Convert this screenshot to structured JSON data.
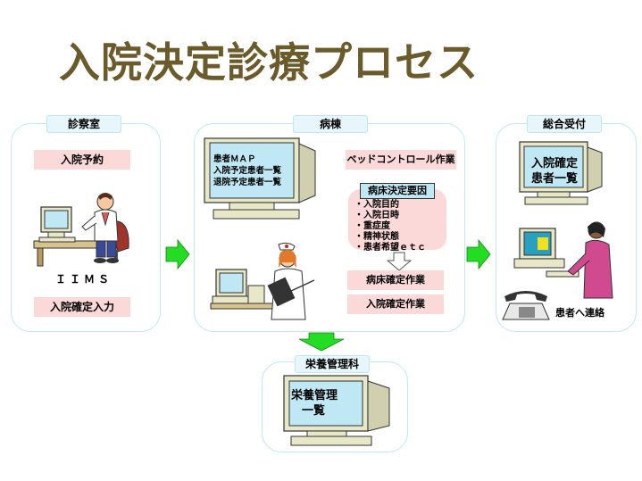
{
  "title": "入院決定診療プロセス",
  "panels": {
    "shinsatsu": {
      "label": "診察室",
      "reservation": "入院予約",
      "system": "ＩＩＭＳ",
      "confirm_input": "入院確定入力"
    },
    "byoto": {
      "label": "病棟",
      "monitor_lines": [
        "患者ＭＡＰ",
        "入院予定患者一覧",
        "退院予定患者一覧"
      ],
      "bed_control": "ベッドコントロール作業",
      "factors_title": "病床決定要因",
      "factors": [
        "・入院目的",
        "・入院日時",
        "・重症度",
        "・精神状態",
        "・患者希望ｅｔｃ"
      ],
      "bed_confirm": "病床確定作業",
      "admission_confirm": "入院確定作業"
    },
    "sogo": {
      "label": "総合受付",
      "monitor_lines": [
        "入院確定",
        "患者一覧"
      ],
      "contact": "患者へ連絡"
    },
    "eiyo": {
      "label": "栄養管理科",
      "monitor_lines": [
        "栄養管理",
        "一覧"
      ]
    }
  },
  "colors": {
    "title": "#6b5a2a",
    "panel_border": "#bfe8f4",
    "label_bg": "#e6f6fb",
    "pink_box": "#fbd9d9",
    "arrow_green": "#22dd22",
    "monitor_screen": "#bfe8f4"
  }
}
